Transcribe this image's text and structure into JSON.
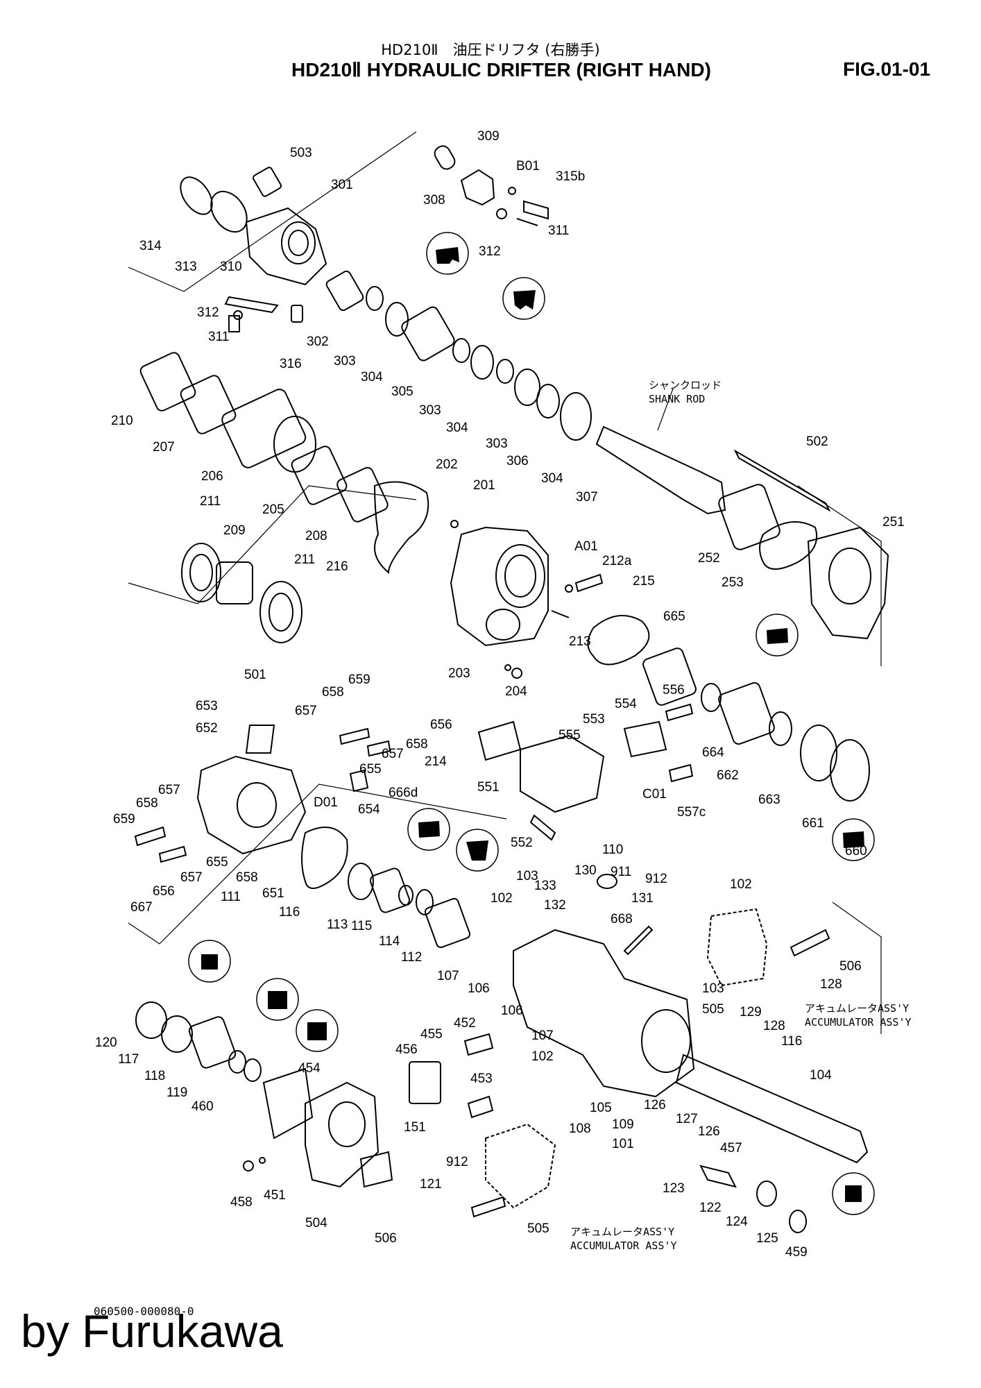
{
  "header": {
    "title_jp": "HD210Ⅱ　油圧ドリフタ (右勝手)",
    "title_en": "HD210Ⅱ  HYDRAULIC DRIFTER (RIGHT HAND)",
    "figure_number": "FIG.01-01"
  },
  "annotations": {
    "shank_rod_jp": "シャンクロッド",
    "shank_rod_en": "SHANK ROD",
    "accumulator_jp": "アキュムレータASS'Y",
    "accumulator_en": "ACCUMULATOR ASS'Y"
  },
  "callouts": [
    "309",
    "503",
    "B01",
    "301",
    "315b",
    "308",
    "311",
    "314",
    "313",
    "310",
    "312",
    "312",
    "311",
    "302",
    "316",
    "303",
    "304",
    "305",
    "303",
    "304",
    "303",
    "306",
    "304",
    "307",
    "210",
    "207",
    "206",
    "205",
    "208",
    "202",
    "201",
    "502",
    "211",
    "209",
    "211",
    "216",
    "A01",
    "212a",
    "215",
    "251",
    "252",
    "253",
    "213",
    "665",
    "203",
    "204",
    "501",
    "659",
    "653",
    "658",
    "657",
    "652",
    "656",
    "554",
    "556",
    "553",
    "555",
    "658",
    "657",
    "664",
    "655",
    "214",
    "662",
    "663",
    "551",
    "C01",
    "557c",
    "666d",
    "D01",
    "654",
    "661",
    "660",
    "657",
    "658",
    "659",
    "552",
    "655",
    "658",
    "657",
    "656",
    "667",
    "651",
    "111",
    "110",
    "911",
    "130",
    "103",
    "133",
    "912",
    "102",
    "102",
    "132",
    "131",
    "668",
    "116",
    "113",
    "115",
    "114",
    "112",
    "107",
    "106",
    "106",
    "107",
    "102",
    "103",
    "505",
    "506",
    "128",
    "129",
    "128",
    "116",
    "120",
    "117",
    "118",
    "119",
    "460",
    "454",
    "455",
    "452",
    "456",
    "453",
    "151",
    "104",
    "105",
    "108",
    "109",
    "101",
    "126",
    "127",
    "126",
    "457",
    "912",
    "121",
    "123",
    "122",
    "124",
    "125",
    "459",
    "458",
    "451",
    "504",
    "506",
    "505"
  ],
  "footer": {
    "document_number": "060500-000080-0",
    "watermark": "by Furukawa"
  }
}
